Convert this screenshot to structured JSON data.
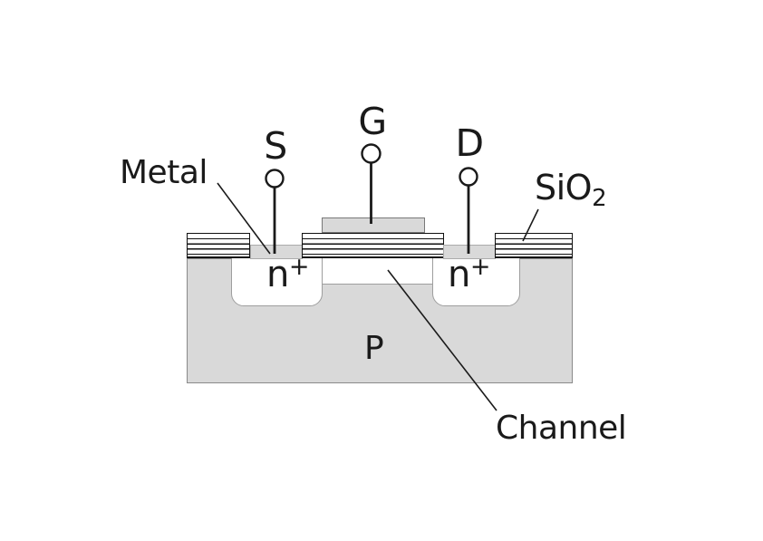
{
  "terminals": {
    "source": {
      "label": "S"
    },
    "gate": {
      "label": "G"
    },
    "drain": {
      "label": "D"
    }
  },
  "callouts": {
    "metal": {
      "label": "Metal"
    },
    "oxide": {
      "main": "SiO",
      "subscript": "2"
    },
    "channel": {
      "label": "Channel"
    }
  },
  "regions": {
    "source_diffusion": {
      "main": "n",
      "superscript": "+"
    },
    "drain_diffusion": {
      "main": "n",
      "superscript": "+"
    },
    "substrate": {
      "label": "P"
    }
  },
  "colors": {
    "metal_fill": "#d9d9d9",
    "substrate_fill": "#d9d9d9",
    "diffusion_fill": "#ffffff",
    "oxide_fill": "#ffffff",
    "dark_outline": "#1a1a1a",
    "gray_outline": "#8a8a8a",
    "background": "#ffffff"
  }
}
